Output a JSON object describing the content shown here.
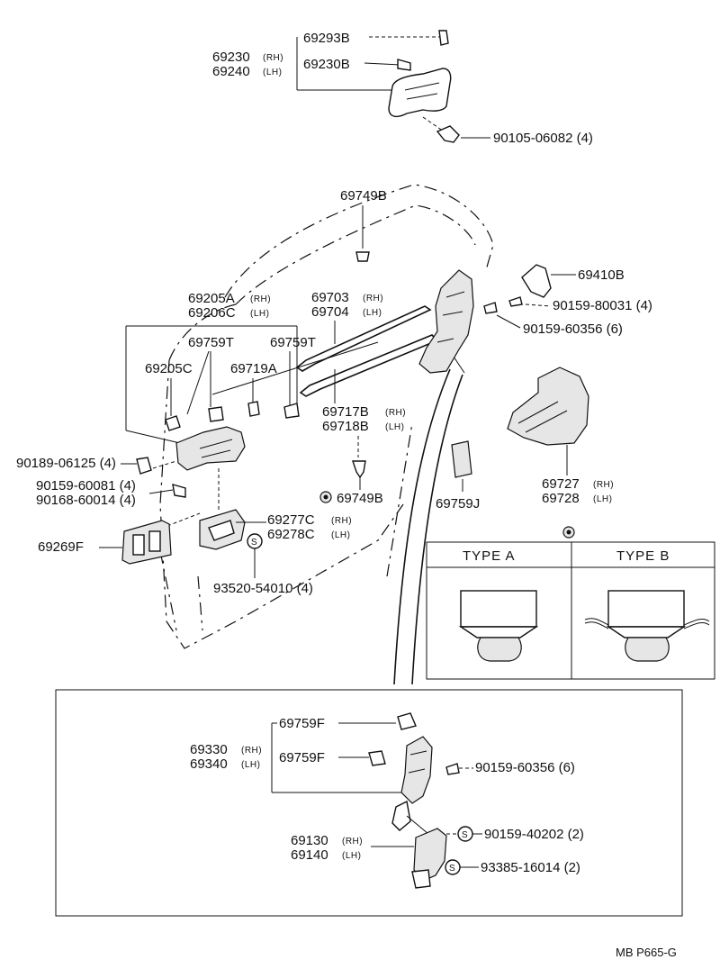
{
  "labels": {
    "l69293B": "69293B",
    "l69230": "69230",
    "l69240": "69240",
    "l69230B": "69230B",
    "l90105": "90105-06082 (4)",
    "l69749B_top": "69749B",
    "l69410B": "69410B",
    "l90159_80031": "90159-80031 (4)",
    "l90159_60356_a": "90159-60356 (6)",
    "l69205A": "69205A",
    "l69206C": "69206C",
    "l69703": "69703",
    "l69704": "69704",
    "l69759T_1": "69759T",
    "l69759T_2": "69759T",
    "l69205C": "69205C",
    "l69719A": "69719A",
    "l69717B": "69717B",
    "l69718B": "69718B",
    "l90189": "90189-06125 (4)",
    "l90159_60081": "90159-60081 (4)",
    "l90168": "90168-60014 (4)",
    "l69749B_bot": "69749B",
    "l69759J": "69759J",
    "l69727": "69727",
    "l69728": "69728",
    "l69277C": "69277C",
    "l69278C": "69278C",
    "l69269F": "69269F",
    "l93520": "93520-54010 (4)",
    "l69759F_1": "69759F",
    "l69330": "69330",
    "l69340": "69340",
    "l69759F_2": "69759F",
    "l90159_60356_b": "90159-60356 (6)",
    "l69130": "69130",
    "l69140": "69140",
    "l90159_40202": "90159-40202 (2)",
    "l93385": "93385-16014 (2)"
  },
  "side": {
    "rh": "(RH)",
    "lh": "(LH)"
  },
  "symbols": {
    "s_mark": "S"
  },
  "types": {
    "type_a": "TYPE A",
    "type_b": "TYPE B"
  },
  "footer": {
    "code": "MB  P665-G"
  }
}
